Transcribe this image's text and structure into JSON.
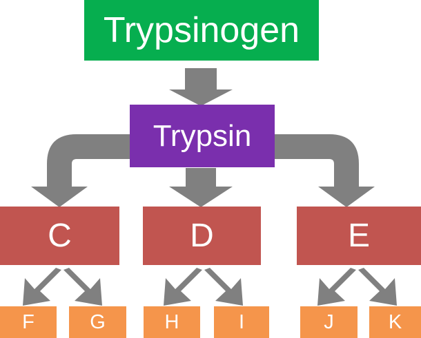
{
  "diagram": {
    "title": "Trypsinogen activation cascade",
    "colors": {
      "zymogen": "#06ae4f",
      "enzyme": "#7a2fad",
      "intermediate": "#c15550",
      "product": "#f5954b",
      "arrow": "#808080",
      "label": "#ffffff",
      "background": "#ffffff"
    },
    "nodes": {
      "zymogen": {
        "label": "Trypsinogen"
      },
      "enzyme": {
        "label": "Trypsin"
      },
      "intermediates": [
        {
          "label": "C"
        },
        {
          "label": "D"
        },
        {
          "label": "E"
        }
      ],
      "products": [
        {
          "label": "F"
        },
        {
          "label": "G"
        },
        {
          "label": "H"
        },
        {
          "label": "I"
        },
        {
          "label": "J"
        },
        {
          "label": "K"
        }
      ]
    },
    "arrows": {
      "zymogen_to_enzyme": {
        "kind": "down-arrow",
        "from": "Trypsinogen",
        "to": "Trypsin"
      },
      "enzyme_to_intermediates": [
        {
          "kind": "elbow-left-down-arrow",
          "from": "Trypsin",
          "to": "C"
        },
        {
          "kind": "down-arrow",
          "from": "Trypsin",
          "to": "D"
        },
        {
          "kind": "elbow-right-down-arrow",
          "from": "Trypsin",
          "to": "E"
        }
      ],
      "intermediates_to_products": [
        {
          "kind": "diagonal-down-left-arrow",
          "from": "C",
          "to": "F"
        },
        {
          "kind": "diagonal-down-right-arrow",
          "from": "C",
          "to": "G"
        },
        {
          "kind": "diagonal-down-left-arrow",
          "from": "D",
          "to": "H"
        },
        {
          "kind": "diagonal-down-right-arrow",
          "from": "D",
          "to": "I"
        },
        {
          "kind": "diagonal-down-left-arrow",
          "from": "E",
          "to": "J"
        },
        {
          "kind": "diagonal-down-right-arrow",
          "from": "E",
          "to": "K"
        }
      ]
    }
  }
}
